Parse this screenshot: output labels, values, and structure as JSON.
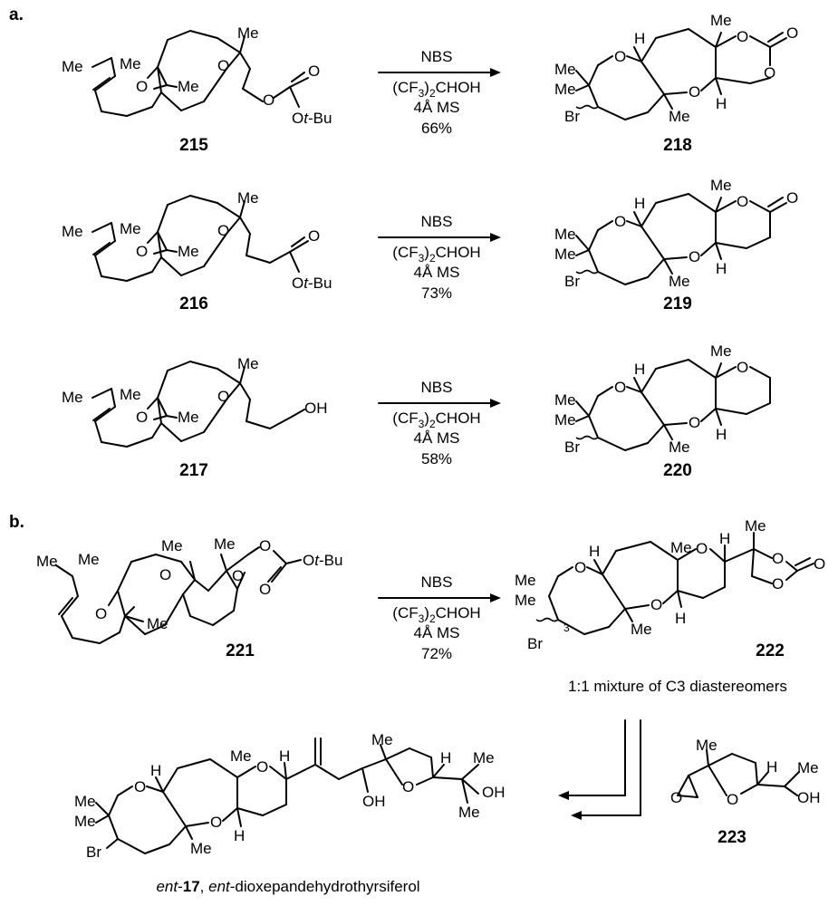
{
  "panels": [
    {
      "label": "a."
    },
    {
      "label": "b."
    }
  ],
  "compounds": {
    "c215": "215",
    "c216": "216",
    "c217": "217",
    "c218": "218",
    "c219": "219",
    "c220": "220",
    "c221": "221",
    "c222": "222",
    "c223": "223"
  },
  "conditions": {
    "reagent": "NBS",
    "solvent_pre": "(CF",
    "solvent_sub": "3",
    "solvent_mid": ")",
    "solvent_sub2": "2",
    "solvent_post": "CHOH",
    "sieves": "4Å MS",
    "yields": [
      "66%",
      "73%",
      "58%",
      "72%"
    ]
  },
  "atoms": {
    "Me": "Me",
    "O": "O",
    "H": "H",
    "Br": "Br",
    "OH": "OH",
    "Ot": "O",
    "t": "t",
    "Bu": "-Bu",
    "c3": "3"
  },
  "notes": {
    "mixture": "1:1 mixture of C3 diastereomers",
    "final_ent1": "ent",
    "final_num": "17",
    "final_sep": ", ",
    "final_ent2": "ent",
    "final_name": "-dioxepandehydrothyrsiferol"
  }
}
